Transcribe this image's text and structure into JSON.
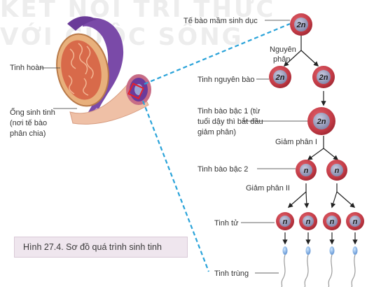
{
  "watermark": {
    "line1": "KẾT NỐI TRI THỨC",
    "line2": "VỚI CUỘC SỐNG"
  },
  "labels": {
    "te_bao_mam": "Tế bào mầm sinh dục",
    "nguyen_phan_1": "Nguyên",
    "nguyen_phan_2": "phân",
    "tinh_nguyen_bao": "Tinh nguyên bào",
    "tinh_bao_bac1_1": "Tinh bào bậc 1 (từ",
    "tinh_bao_bac1_2": "tuổi dậy thì bắt đầu",
    "tinh_bao_bac1_3": "giảm phân)",
    "giam_phan_1": "Giảm phân I",
    "tinh_bao_bac2": "Tinh bào bậc 2",
    "giam_phan_2": "Giảm phân II",
    "tinh_tu": "Tinh tử",
    "tinh_trung": "Tinh trùng",
    "tinh_hoan": "Tinh hoàn",
    "ong_sinh_tinh_1": "Ống sinh tinh",
    "ong_sinh_tinh_2": "(nơi tế bào",
    "ong_sinh_tinh_3": "phân chia)"
  },
  "cells": {
    "diploid": "2n",
    "haploid": "n"
  },
  "caption": "Hình 27.4. Sơ đồ quá trình sinh tinh",
  "colors": {
    "cell_fill": "#c23a45",
    "cell_core": "#8f93b4",
    "dash": "#2aa3d9",
    "highlight": "#e4202b",
    "arrow": "#222222"
  }
}
